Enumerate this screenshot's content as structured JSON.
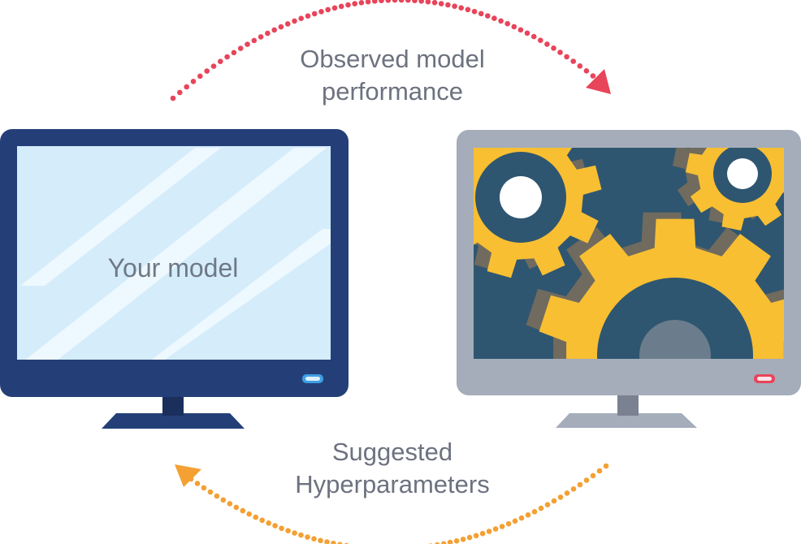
{
  "labels": {
    "top_line1": "Observed model",
    "top_line2": "performance",
    "bottom_line1": "Suggested",
    "bottom_line2": "Hyperparameters",
    "screen_text": "Your model"
  },
  "colors": {
    "top_arrow": "#e8445a",
    "bottom_arrow": "#f4a033",
    "left_monitor": "#243f78",
    "left_screen": "#d5ecfa",
    "left_led": "#3ea0e4",
    "right_monitor": "#a5adbb",
    "right_screen_bg": "#2f5670",
    "right_led": "#e8445a",
    "gear_fill": "#f8bf33",
    "gear_shadow": "#706b5e",
    "label_text": "#6d7280"
  },
  "icons": {
    "left_monitor": "monitor-icon",
    "right_monitor": "monitor-icon",
    "gears": "gear-icon",
    "top_arrow": "dotted-arrow-icon",
    "bottom_arrow": "dotted-arrow-icon"
  }
}
